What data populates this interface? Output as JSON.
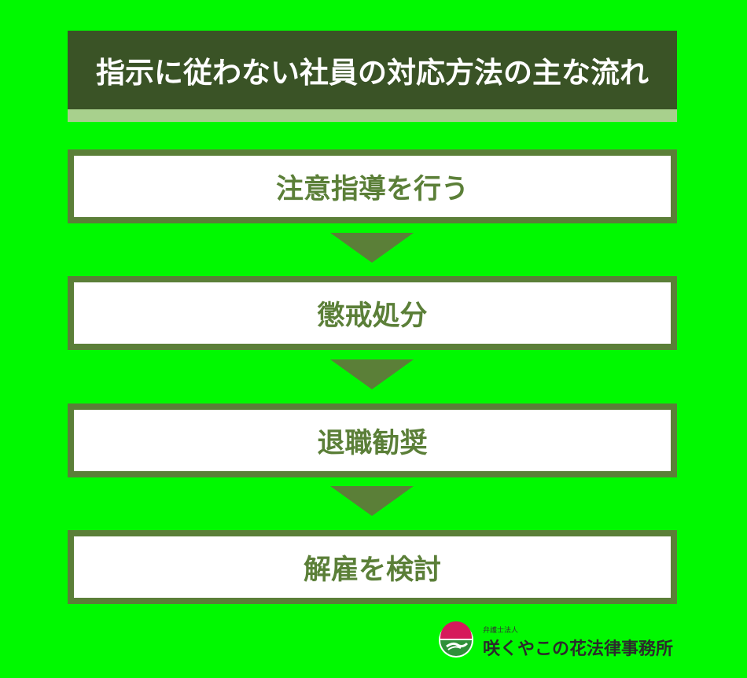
{
  "title": "指示に従わない社員の対応方法の主な流れ",
  "steps": [
    {
      "label": "注意指導を行う"
    },
    {
      "label": "懲戒処分"
    },
    {
      "label": "退職勧奨"
    },
    {
      "label": "解雇を検討"
    }
  ],
  "logo": {
    "subtitle": "弁護士法人",
    "name": "咲くやこの花法律事務所"
  },
  "colors": {
    "background": "#00f900",
    "title_bg": "#3a5326",
    "title_underline": "#a8d08d",
    "step_border": "#5b7f38",
    "step_text": "#5b7f38",
    "arrow": "#5b7f38"
  }
}
